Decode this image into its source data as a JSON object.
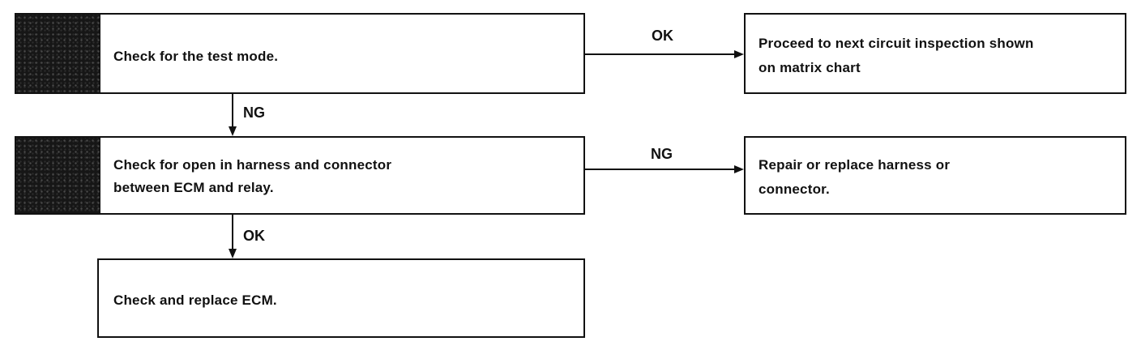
{
  "steps": [
    {
      "id": "s1",
      "text_lines": [
        "Check for the test mode."
      ]
    },
    {
      "id": "s2",
      "text_lines": [
        "Check for open in harness and connector",
        "between ECM and relay."
      ]
    },
    {
      "id": "s3",
      "text_lines": [
        "Check and replace ECM."
      ]
    }
  ],
  "results": [
    {
      "id": "r1",
      "text_lines": [
        "Proceed to next circuit inspection shown",
        "on matrix chart"
      ]
    },
    {
      "id": "r2",
      "text_lines": [
        "Repair or replace harness or",
        "connector."
      ]
    }
  ],
  "edges": [
    {
      "from": "s1",
      "to": "r1",
      "label": "OK"
    },
    {
      "from": "s1",
      "to": "s2",
      "label": "NG"
    },
    {
      "from": "s2",
      "to": "r2",
      "label": "NG"
    },
    {
      "from": "s2",
      "to": "s3",
      "label": "OK"
    }
  ]
}
